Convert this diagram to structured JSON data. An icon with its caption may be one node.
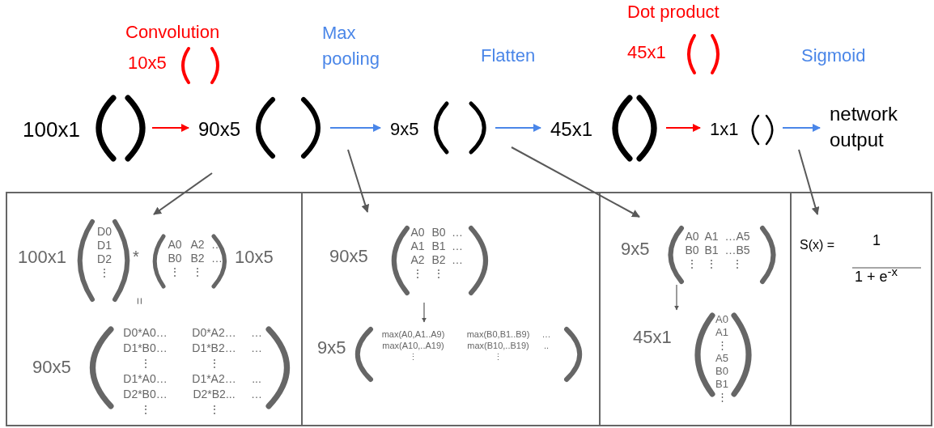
{
  "diagram": {
    "nodes": [
      {
        "text": [
          "100x1"
        ]
      },
      {
        "text": [
          "90x5"
        ]
      },
      {
        "text": [
          "9x5"
        ]
      },
      {
        "text": [
          "45x1"
        ]
      },
      {
        "text": [
          "1x1"
        ]
      },
      {
        "text": [
          "network output"
        ]
      },
      {
        "text": [],
        "shape": "box"
      },
      {
        "text": [
          "100x1",
          "D0",
          "D1",
          "D2",
          "⋮"
        ],
        "in": 6
      },
      {
        "text": [
          "A0 A2 …",
          "B0 B2 …",
          "⋮ ⋮",
          "10x5"
        ],
        "in": 6
      },
      {
        "text": [
          "90x5",
          "D0*A0… D0*A2… …",
          "D1*B0… D1*B2… …",
          "⋮ ⋮",
          "D1*A0… D1*A2… ...",
          "D2*B0… D2*B2... …",
          "⋮ ⋮"
        ],
        "in": 6
      },
      {
        "text": [],
        "shape": "box"
      },
      {
        "text": [
          "90x5",
          "A0 B0 …",
          "A1 B1 …",
          "A2 B2 …",
          "⋮ ⋮"
        ],
        "in": 10
      },
      {
        "text": [
          "9x5",
          "max(A0,A1..A9) max(B0,B1..B9) …",
          "max(A10,..A19) max(B10,..B19) ..",
          "⋮ ⋮"
        ],
        "in": 10
      },
      {
        "text": [],
        "shape": "box"
      },
      {
        "text": [
          "9x5",
          "A0 A1 …A5",
          "B0 B1 …B5",
          "⋮ ⋮ ⋮"
        ],
        "in": 13
      },
      {
        "text": [
          "45x1",
          "A0",
          "A1",
          "⋮",
          "A5",
          "B0",
          "B1",
          "⋮"
        ],
        "in": 13
      },
      {
        "text": [
          "S(x) =",
          "1",
          "1 + e$^{-x}$"
        ]
      }
    ],
    "edges": [
      {
        "from": 0,
        "to": 1,
        "arrow": "to",
        "color": "#ff0000"
      },
      {
        "from": 1,
        "to": 2,
        "arrow": "to",
        "color": "#4a86e8"
      },
      {
        "from": 2,
        "to": 3,
        "arrow": "to",
        "color": "#4a86e8"
      },
      {
        "from": 3,
        "to": 4,
        "arrow": "to",
        "color": "#ff0000"
      },
      {
        "from": 4,
        "to": 5,
        "arrow": "to",
        "color": "#4a86e8"
      },
      {
        "from": null,
        "to": 6,
        "arrow": "to",
        "color": "#595959"
      },
      {
        "from": null,
        "to": 10,
        "arrow": "to",
        "color": "#595959"
      },
      {
        "from": null,
        "to": 13,
        "arrow": "to",
        "color": "#595959"
      },
      {
        "from": null,
        "to": 16,
        "arrow": "to",
        "color": "#595959"
      },
      {
        "from": 11,
        "to": 12,
        "arrow": "to",
        "color": "#595959"
      },
      {
        "from": 14,
        "to": 15,
        "arrow": "to",
        "color": "#595959"
      }
    ],
    "labels": [
      "Convolution",
      "10x5",
      "Max pooling",
      "Flatten",
      "Dot product",
      "45x1",
      "Sigmoid",
      "*",
      "="
    ]
  }
}
